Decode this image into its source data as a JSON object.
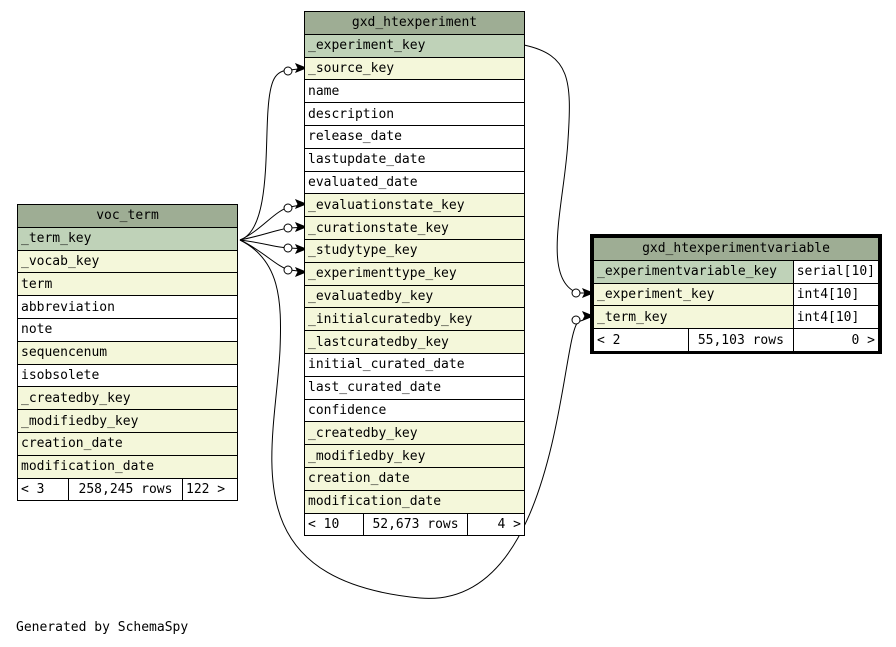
{
  "footer": {
    "generated_by": "Generated by SchemaSpy"
  },
  "tables": {
    "voc_term": {
      "name": "voc_term",
      "columns": [
        {
          "name": "_term_key",
          "kind": "pk"
        },
        {
          "name": "_vocab_key",
          "kind": "fk"
        },
        {
          "name": "term",
          "kind": "fk"
        },
        {
          "name": "abbreviation",
          "kind": "plain"
        },
        {
          "name": "note",
          "kind": "plain"
        },
        {
          "name": "sequencenum",
          "kind": "fk"
        },
        {
          "name": "isobsolete",
          "kind": "plain"
        },
        {
          "name": "_createdby_key",
          "kind": "fk"
        },
        {
          "name": "_modifiedby_key",
          "kind": "fk"
        },
        {
          "name": "creation_date",
          "kind": "fk"
        },
        {
          "name": "modification_date",
          "kind": "fk"
        }
      ],
      "footer": {
        "parents": "< 3",
        "rows": "258,245 rows",
        "children": "122 >"
      }
    },
    "gxd_htexperiment": {
      "name": "gxd_htexperiment",
      "columns": [
        {
          "name": "_experiment_key",
          "kind": "pk"
        },
        {
          "name": "_source_key",
          "kind": "fk"
        },
        {
          "name": "name",
          "kind": "plain"
        },
        {
          "name": "description",
          "kind": "plain"
        },
        {
          "name": "release_date",
          "kind": "plain"
        },
        {
          "name": "lastupdate_date",
          "kind": "plain"
        },
        {
          "name": "evaluated_date",
          "kind": "plain"
        },
        {
          "name": "_evaluationstate_key",
          "kind": "fk"
        },
        {
          "name": "_curationstate_key",
          "kind": "fk"
        },
        {
          "name": "_studytype_key",
          "kind": "fk"
        },
        {
          "name": "_experimenttype_key",
          "kind": "fk"
        },
        {
          "name": "_evaluatedby_key",
          "kind": "fk"
        },
        {
          "name": "_initialcuratedby_key",
          "kind": "fk"
        },
        {
          "name": "_lastcuratedby_key",
          "kind": "fk"
        },
        {
          "name": "initial_curated_date",
          "kind": "plain"
        },
        {
          "name": "last_curated_date",
          "kind": "plain"
        },
        {
          "name": "confidence",
          "kind": "plain"
        },
        {
          "name": "_createdby_key",
          "kind": "fk"
        },
        {
          "name": "_modifiedby_key",
          "kind": "fk"
        },
        {
          "name": "creation_date",
          "kind": "fk"
        },
        {
          "name": "modification_date",
          "kind": "fk"
        }
      ],
      "footer": {
        "parents": "< 10",
        "rows": "52,673 rows",
        "children": "4 >"
      }
    },
    "gxd_htexperimentvariable": {
      "name": "gxd_htexperimentvariable",
      "columns": [
        {
          "name": "_experimentvariable_key",
          "type": "serial[10]",
          "kind": "pk"
        },
        {
          "name": "_experiment_key",
          "type": "int4[10]",
          "kind": "fk"
        },
        {
          "name": "_term_key",
          "type": "int4[10]",
          "kind": "fk"
        }
      ],
      "footer": {
        "parents": "< 2",
        "rows": "55,103 rows",
        "children": "0 >"
      }
    }
  }
}
